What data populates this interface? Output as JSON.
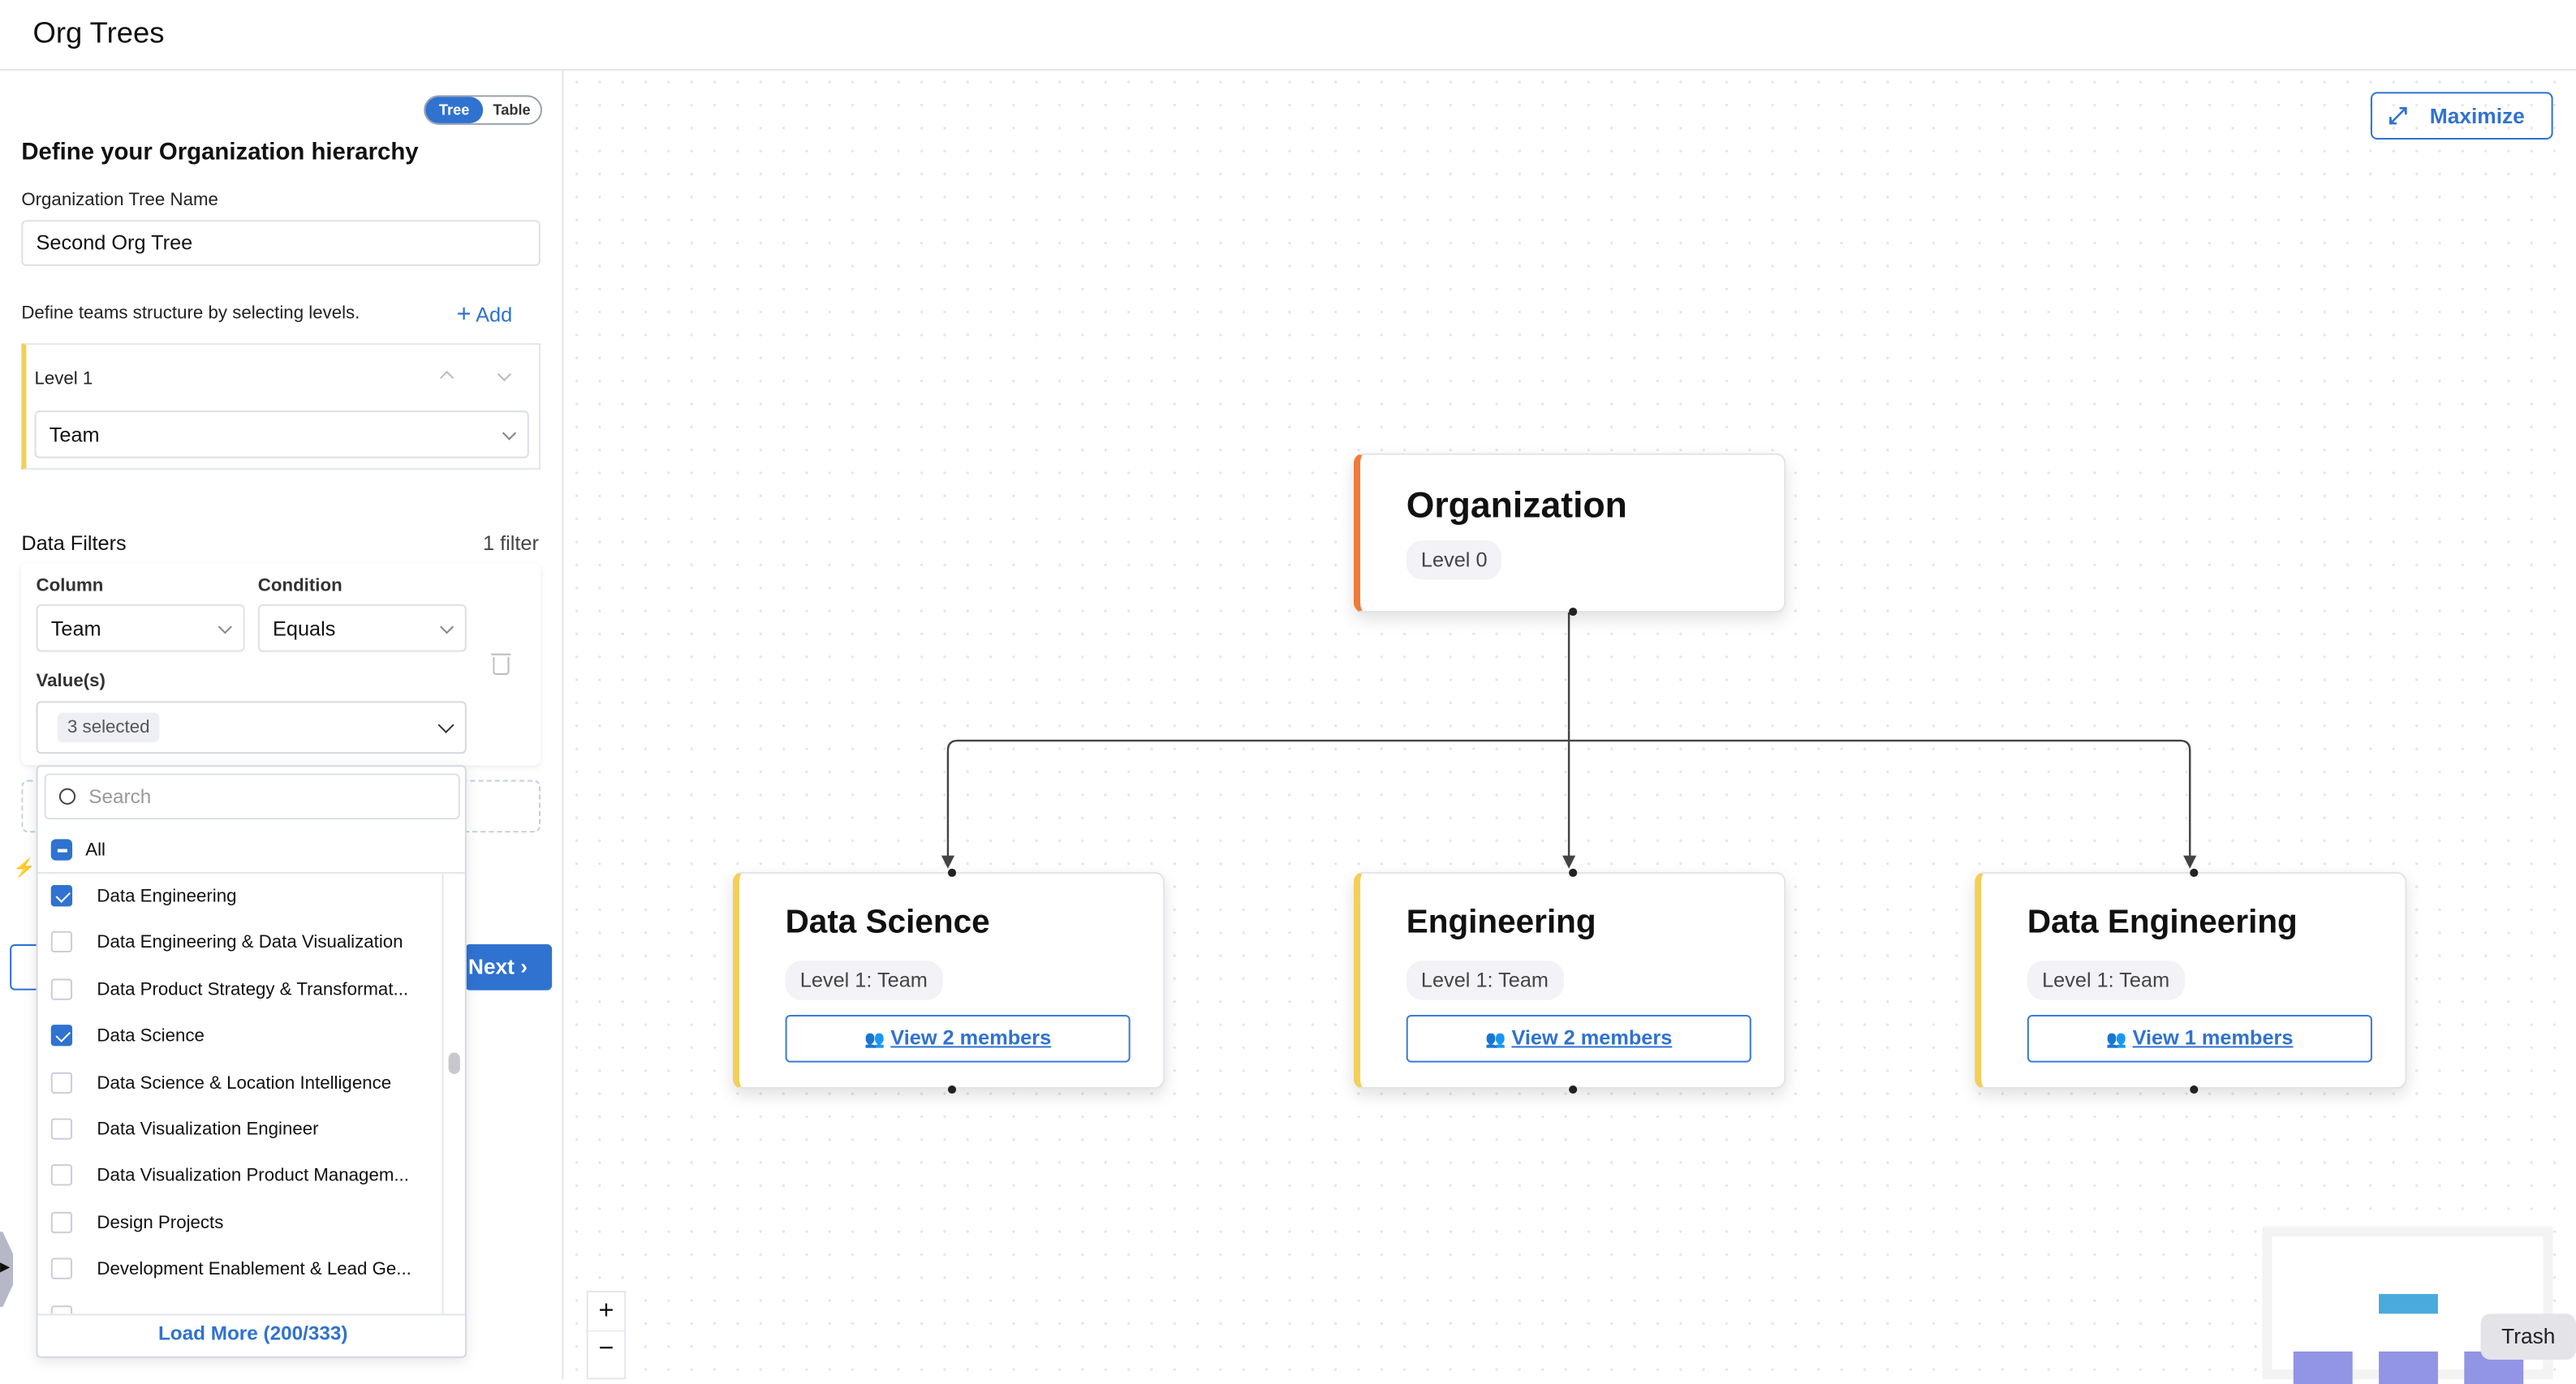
{
  "header": {
    "title": "Org Trees"
  },
  "panel": {
    "view_toggle": {
      "options": [
        "Tree",
        "Table"
      ],
      "selected": "Tree"
    },
    "heading": "Define your Organization hierarchy",
    "tree_name_label": "Organization Tree Name",
    "tree_name_value": "Second Org Tree",
    "levels_hint": "Define teams structure by selecting levels.",
    "add_label": "Add",
    "levels": [
      {
        "label": "Level 1",
        "value": "Team"
      }
    ],
    "filters_label": "Data Filters",
    "filter_count": "1 filter",
    "filter": {
      "column_label": "Column",
      "column_value": "Team",
      "condition_label": "Condition",
      "condition_value": "Equals",
      "values_label": "Value(s)",
      "values_summary": "3 selected"
    },
    "next_label": "Next",
    "dropdown": {
      "search_placeholder": "Search",
      "all_label": "All",
      "items": [
        {
          "label": "Data Engineering",
          "checked": true
        },
        {
          "label": "Data Engineering & Data Visualization",
          "checked": false
        },
        {
          "label": "Data Product Strategy & Transformat...",
          "checked": false
        },
        {
          "label": "Data Science",
          "checked": true
        },
        {
          "label": "Data Science & Location Intelligence",
          "checked": false
        },
        {
          "label": "Data Visualization Engineer",
          "checked": false
        },
        {
          "label": "Data Visualization Product Managem...",
          "checked": false
        },
        {
          "label": "Design Projects",
          "checked": false
        },
        {
          "label": "Development Enablement & Lead Ge...",
          "checked": false
        }
      ],
      "load_more": "Load More (200/333)"
    }
  },
  "canvas": {
    "maximize_label": "Maximize",
    "root": {
      "title": "Organization",
      "badge": "Level 0",
      "accent": "#f07a3a"
    },
    "children": [
      {
        "title": "Data Science",
        "badge": "Level 1: Team",
        "members": "View 2 members",
        "accent": "#f4cf57"
      },
      {
        "title": "Engineering",
        "badge": "Level 1: Team",
        "members": "View 2 members",
        "accent": "#f4cf57"
      },
      {
        "title": "Data Engineering",
        "badge": "Level 1: Team",
        "members": "View 1 members",
        "accent": "#f4cf57"
      }
    ],
    "zoom_in": "+",
    "zoom_out": "−",
    "tooltip": "Trash"
  },
  "colors": {
    "primary": "#2f72d0"
  }
}
